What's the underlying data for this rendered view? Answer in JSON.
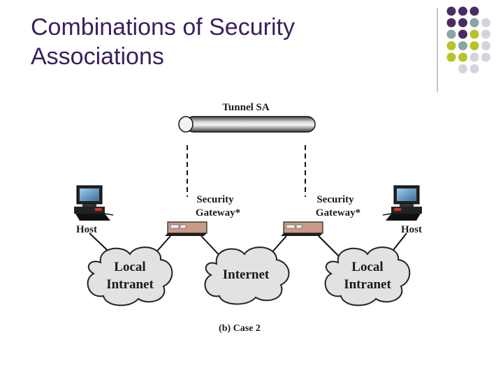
{
  "slide": {
    "title_line1": "Combinations of Security",
    "title_line2": "Associations"
  },
  "diagram": {
    "tunnel_label": "Tunnel SA",
    "host_left_label": "Host",
    "host_right_label": "Host",
    "gateway_left_line1": "Security",
    "gateway_left_line2": "Gateway*",
    "gateway_right_line1": "Security",
    "gateway_right_line2": "Gateway*",
    "cloud_left_line1": "Local",
    "cloud_left_line2": "Intranet",
    "cloud_center": "Internet",
    "cloud_right_line1": "Local",
    "cloud_right_line2": "Intranet",
    "caption": "(b) Case 2"
  },
  "colors": {
    "title": "#3b1f5c",
    "dot_purple": "#4b2c61",
    "dot_teal": "#8aa3a3",
    "dot_olive": "#b8c22a",
    "dot_gray": "#d4d4de"
  },
  "decoration": {
    "dot_grid": [
      [
        "purple",
        "purple",
        "purple",
        ""
      ],
      [
        "purple",
        "purple",
        "teal",
        "gray"
      ],
      [
        "teal",
        "purple",
        "olive",
        "gray"
      ],
      [
        "olive",
        "teal",
        "olive",
        "gray"
      ],
      [
        "olive",
        "olive",
        "gray",
        "gray"
      ],
      [
        "",
        "gray",
        "gray",
        ""
      ]
    ]
  }
}
